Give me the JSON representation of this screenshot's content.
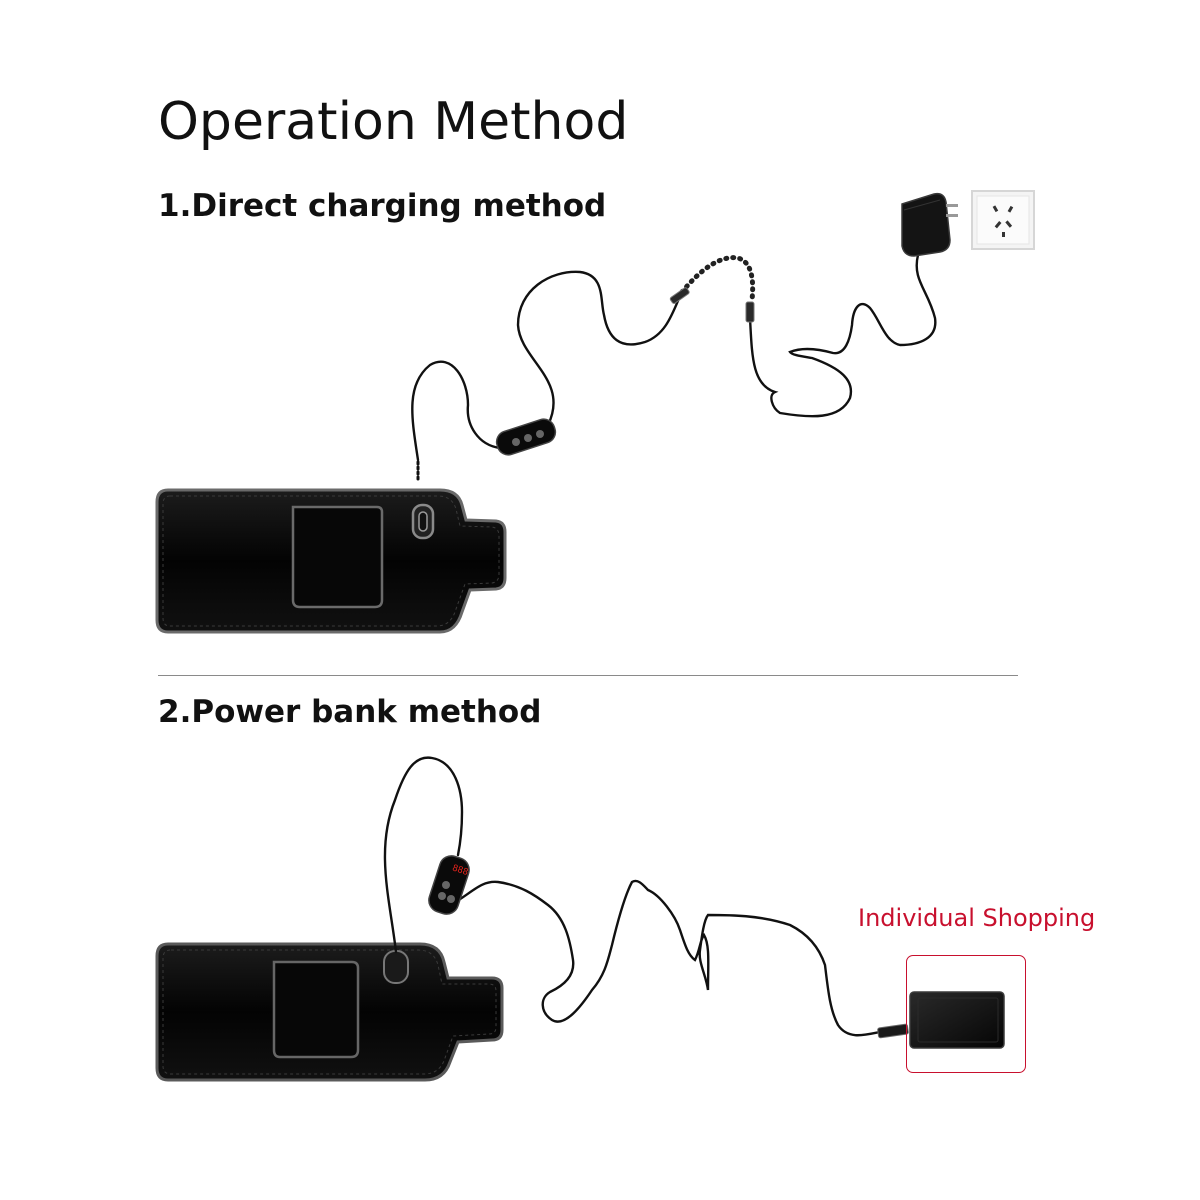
{
  "title": "Operation Method",
  "section1": {
    "label": "1.Direct charging method"
  },
  "section2": {
    "label": "2.Power bank method"
  },
  "shopping": {
    "label": "Individual Shopping"
  },
  "colors": {
    "text": "#111111",
    "accent": "#c8102e",
    "cable": "#111111",
    "belt": "#050505",
    "stitch": "#6e6e6e",
    "divider": "#8a8a8a"
  },
  "icons": [
    "heating-belt",
    "controller",
    "power-adapter",
    "wall-socket",
    "power-bank",
    "cable"
  ]
}
